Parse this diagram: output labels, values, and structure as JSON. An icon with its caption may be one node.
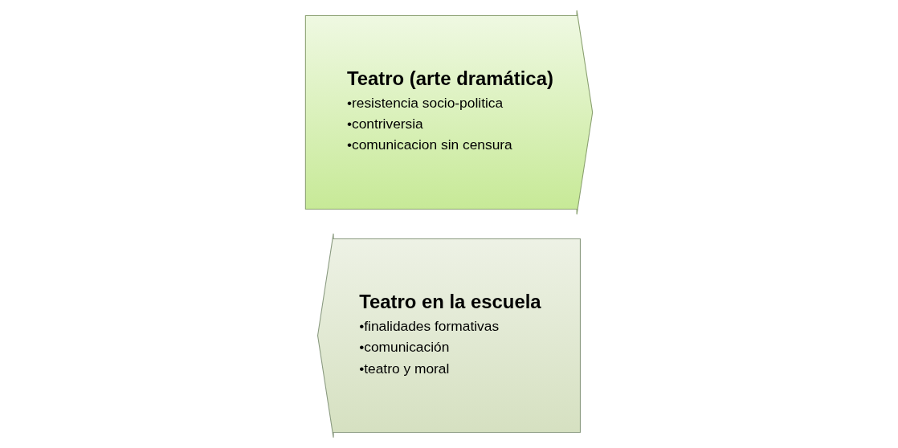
{
  "diagram": {
    "nodes": [
      {
        "text": [
          "Teatro (arte dramática)",
          "•resistencia socio-politica",
          "•contriversia",
          "•comunicacion sin censura"
        ]
      },
      {
        "text": [
          "Teatro en la escuela",
          "•finalidades formativas",
          "•comunicación",
          "•teatro y moral"
        ]
      }
    ]
  }
}
